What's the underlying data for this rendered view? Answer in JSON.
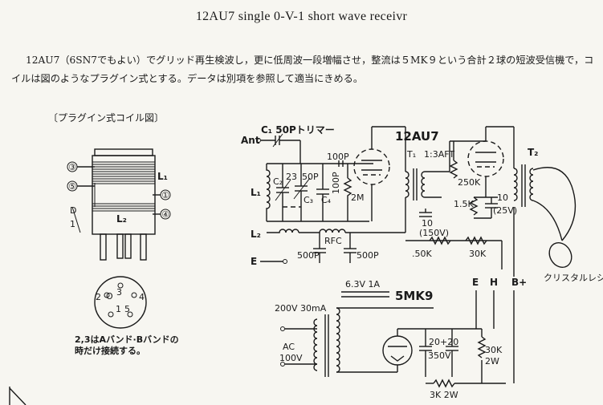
{
  "title": "12AU7 single 0-V-1 short wave receivr",
  "description": "12AU7（6SN7でもよい）でグリッド再生検波し，更に低周波一段増幅させ，整流は５MK９という合計２球の短波受信機で，コイルは図のようなプラグイン式とする。データは別項を参照して適当にきめる。",
  "coil_figure": {
    "title": "〔プラグイン式コイル図〕",
    "pins": [
      "③",
      "⑤",
      "①",
      "④"
    ],
    "labels": {
      "l1": "L₁",
      "l2": "L₂",
      "d": "D",
      "one": "1"
    },
    "socket_pins": [
      "2",
      "3",
      "4",
      "1",
      "5",
      "O"
    ],
    "note": "2,3はAバンド·Bバンドの時だけ接続する。"
  },
  "receiver": {
    "tube_label": "12AU7",
    "c1": "C₁ 50Pトリマー",
    "ant": "Ant",
    "l1": "L₁",
    "l2": "L₂",
    "e": "E",
    "c2": "C₂",
    "c2_value": "23",
    "c3": "C₃",
    "c3_value": "50P",
    "c4": "C₄",
    "c4_value": "100P",
    "grid_cap": "100P",
    "grid_res": "2M",
    "rfc": "RFC",
    "bypass_left": "500P",
    "bypass_right": "500P",
    "t1": "T₁",
    "t1_ratio": "1:3AFT",
    "plate_res": "250K",
    "cathode_res": "1.5K",
    "cathode_cap": "10",
    "cathode_cap_v": "(25V)",
    "cap_150": "10",
    "cap_150_v": "(150V)",
    "res_50k": ".50K",
    "res_30k": "30K",
    "t2": "T₂",
    "phones": "クリスタルレシーバー"
  },
  "power": {
    "heater": "6.3V 1A",
    "tube": "5MK9",
    "hv": "200V 30mA",
    "ac": "AC",
    "ac_v": "100V",
    "caps": "20+20",
    "caps_v": "350V",
    "bleeder": "30K",
    "bleeder_w": "2W",
    "series_res": "3K 2W",
    "terminals": [
      "E",
      "H",
      "B+"
    ]
  }
}
